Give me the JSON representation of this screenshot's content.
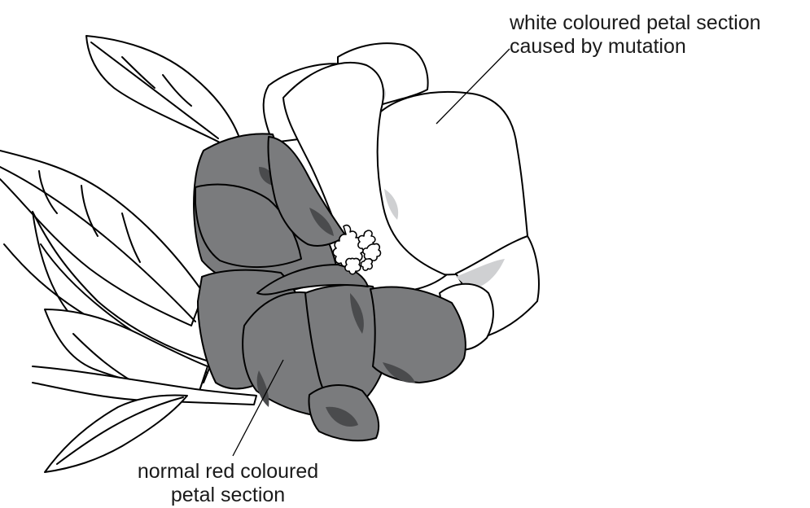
{
  "labels": {
    "white_section": [
      "white coloured petal section",
      "caused by mutation"
    ],
    "red_section": [
      "normal red coloured",
      "petal section"
    ]
  },
  "colors": {
    "red_petal_fill": "#7a7b7d",
    "red_petal_shadow": "#4a4b4d",
    "white_petal_fill": "#ffffff",
    "white_petal_shadow": "#cfd0d2",
    "outline": "#000000"
  }
}
